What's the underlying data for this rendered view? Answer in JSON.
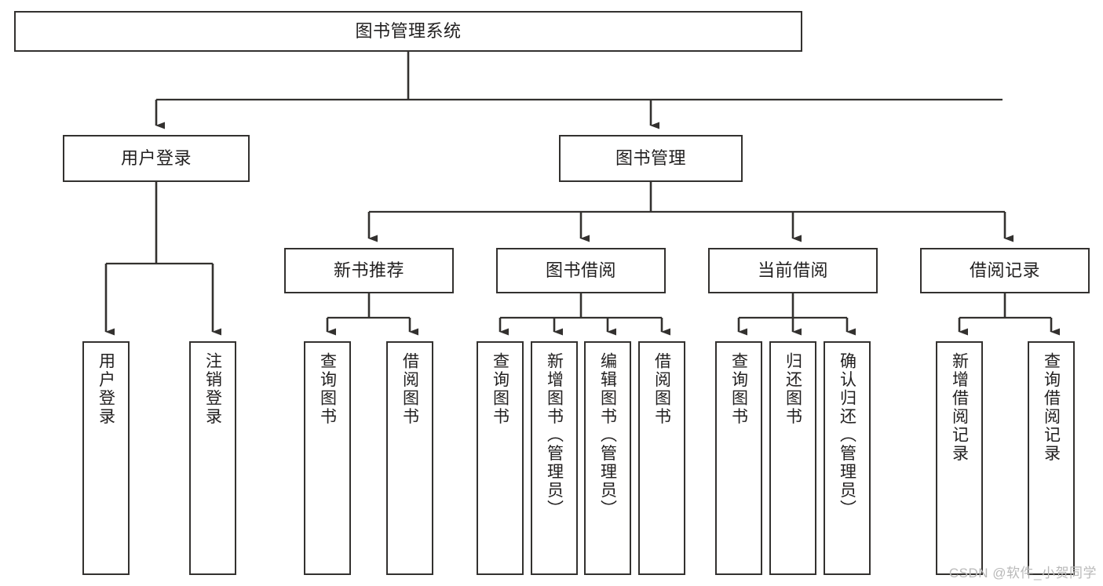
{
  "diagram": {
    "title": "图书管理系统",
    "type": "tree",
    "colors": {
      "stroke": "#33312f",
      "text": "#222020",
      "background": "#ffffff",
      "watermark": "#b9b9b9"
    },
    "root": {
      "label": "图书管理系统"
    },
    "level2": [
      {
        "label": "用户登录"
      },
      {
        "label": "图书管理"
      }
    ],
    "level3": [
      {
        "label": "新书推荐"
      },
      {
        "label": "图书借阅"
      },
      {
        "label": "当前借阅"
      },
      {
        "label": "借阅记录"
      }
    ],
    "leaves": [
      {
        "label": "用户登录"
      },
      {
        "label": "注销登录"
      },
      {
        "label": "查询图书"
      },
      {
        "label": "借阅图书"
      },
      {
        "label": "查询图书"
      },
      {
        "label": "新增图书（管理员）"
      },
      {
        "label": "编辑图书（管理员）"
      },
      {
        "label": "借阅图书"
      },
      {
        "label": "查询图书"
      },
      {
        "label": "归还图书"
      },
      {
        "label": "确认归还（管理员）"
      },
      {
        "label": "新增借阅记录"
      },
      {
        "label": "查询借阅记录"
      }
    ]
  },
  "watermark": {
    "text": "CSDN @软件_小贺同学"
  }
}
